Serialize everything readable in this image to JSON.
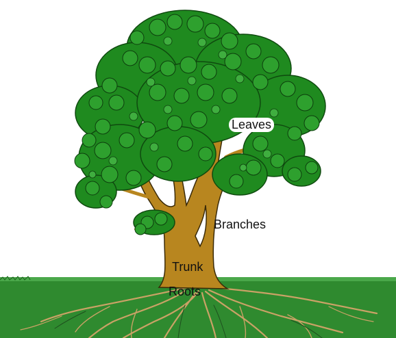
{
  "labels": {
    "leaves": "Leaves",
    "branches": "Branches",
    "trunk": "Trunk",
    "roots": "Roots"
  },
  "colors": {
    "leaf_dark": "#0f5a0f",
    "leaf": "#1f8a1f",
    "leaf_light": "#3fae3f",
    "trunk": "#b8861f",
    "trunk_outline": "#3a2a08",
    "grass": "#2f8a2f",
    "soil": "#2e7a2e",
    "root": "#caa266"
  }
}
